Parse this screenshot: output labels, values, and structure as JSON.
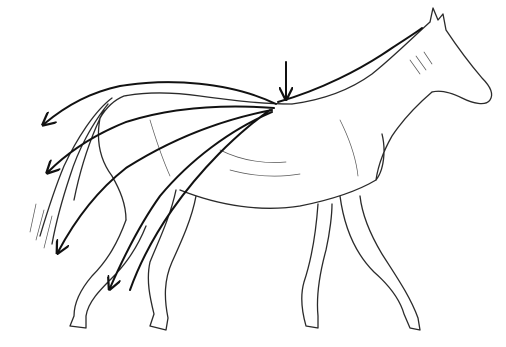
{
  "figure": {
    "subject": "horse-sketch-with-force-lines",
    "line_color": "#111111",
    "sketch_color": "#2a2a2a",
    "background": "#ffffff",
    "force_line_count": 6,
    "pressure_arrow_count": 1
  }
}
